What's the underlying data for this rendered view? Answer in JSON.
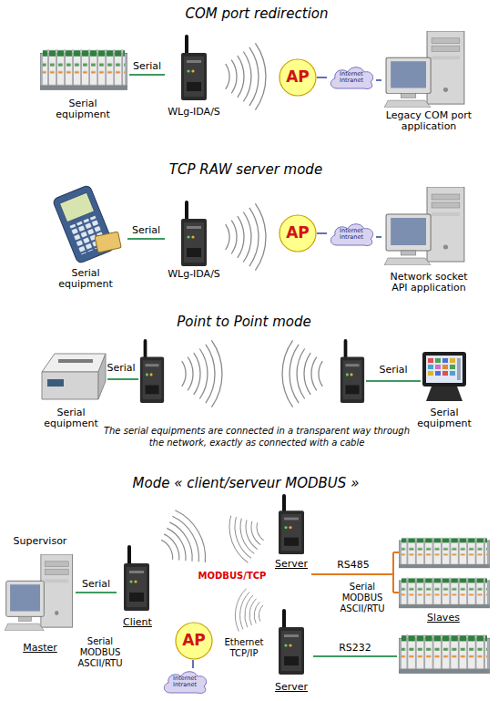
{
  "diagram": {
    "nodes": [
      {
        "text": [
          "Serial equipment"
        ]
      },
      {
        "text": [
          "WLg-IDA/S"
        ]
      },
      {
        "text": [
          "AP"
        ]
      },
      {
        "text": [
          "Internet Intranet"
        ]
      },
      {
        "text": [
          "Legacy COM port application"
        ]
      },
      {
        "text": [
          "Serial equipment"
        ]
      },
      {
        "text": [
          "WLg-IDA/S"
        ]
      },
      {
        "text": [
          "AP"
        ]
      },
      {
        "text": [
          "Internet Intranet"
        ]
      },
      {
        "text": [
          "Network socket API application"
        ]
      },
      {
        "text": [
          "Serial equipment"
        ]
      },
      {
        "text": [
          "Serial equipment"
        ]
      },
      {
        "text": [
          "Supervisor",
          "Master"
        ]
      },
      {
        "text": [
          "Client"
        ]
      },
      {
        "text": [
          "Server"
        ]
      },
      {
        "text": [
          "AP"
        ]
      },
      {
        "text": [
          "Internet Intranet"
        ]
      },
      {
        "text": [
          "Server"
        ]
      },
      {
        "text": [
          "Slaves"
        ]
      }
    ],
    "edges": [
      {
        "from": 0,
        "to": 1,
        "label": "Serial",
        "arrow": "none"
      },
      {
        "from": 2,
        "to": 3,
        "arrow": "none"
      },
      {
        "from": 3,
        "to": 4,
        "arrow": "none"
      },
      {
        "from": 5,
        "to": 6,
        "label": "Serial",
        "arrow": "none"
      },
      {
        "from": 7,
        "to": 8,
        "arrow": "none"
      },
      {
        "from": 8,
        "to": 9,
        "arrow": "none"
      },
      {
        "from": 12,
        "to": 13,
        "label": "Serial",
        "arrow": "none"
      },
      {
        "from": 15,
        "to": 16,
        "arrow": "none"
      },
      {
        "from": 17,
        "to": 18,
        "label": "RS232",
        "arrow": "none"
      }
    ],
    "labels": [
      "COM port redirection",
      "TCP RAW server mode",
      "Point to Point mode",
      "Serial",
      "Serial",
      "The serial equipments are connected in a transparent way through the network, exactly as connected with a cable",
      "Mode « client/serveur MODBUS »",
      "MODBUS/TCP",
      "RS485",
      "Serial MODBUS ASCII/RTU",
      "Ethernet TCP/IP",
      "Serial MODBUS ASCII/RTU"
    ]
  }
}
